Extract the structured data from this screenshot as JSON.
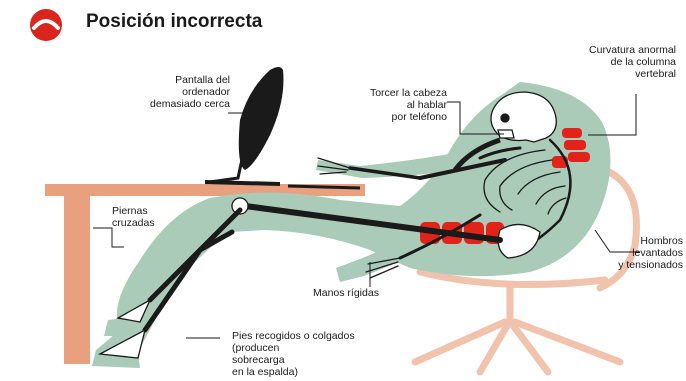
{
  "title": "Posición incorrecta",
  "labels": {
    "pantalla": "Pantalla del\nordenador\ndemasiado cerca",
    "torcer": "Torcer la cabeza\nal hablar\npor teléfono",
    "curvatura": "Curvatura anormal\nde la columna\nvertebral",
    "piernas": "Piernas\ncruzadas",
    "hombros": "Hombros\nlevantados\ny tensionados",
    "manos": "Manos rígidas",
    "pies": "Pies recogidos o colgados\n(producen\nsobrecarga\nen la espalda)"
  },
  "icons": {
    "badge": "sad-face-icon"
  },
  "colors": {
    "badge_red": "#d9251d",
    "desk": "#e8a07e",
    "silhouette": "#a9cbb8",
    "stress_red": "#e2231a",
    "bone": "#ffffff",
    "outline": "#1a1a1a",
    "chair": "#f1c3ad",
    "leader": "#1a1a1a"
  }
}
